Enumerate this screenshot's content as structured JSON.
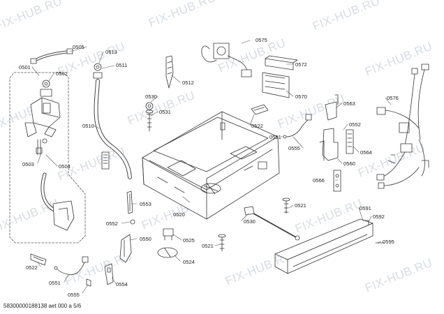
{
  "watermark": "FIX-HUB.RU",
  "footer": "58300000188138 aet 000 a 5/6",
  "parts": {
    "p0505": "0505",
    "p0513": "0513",
    "p0575": "0575",
    "p0501": "0501",
    "p0502": "0502",
    "p0511": "0511",
    "p0572": "0572",
    "p0512": "0512",
    "p0570": "0570",
    "p0530a": "0530",
    "p0576": "0576",
    "p0563": "0563",
    "p0531": "0531",
    "p0510": "0510",
    "p0522a": "0522",
    "p0552a": "0552",
    "p0551a": "0551",
    "p0564": "0564",
    "p0555a": "0555",
    "p0503": "0503",
    "p0504": "0504",
    "p0560": "0560",
    "p0566": "0566",
    "p0553": "0553",
    "p0521a": "0521",
    "p0591": "0591",
    "p0520": "0520",
    "p0552b": "0552",
    "p0530b": "0530",
    "p0592": "0592",
    "p0550": "0550",
    "p0525": "0525",
    "p0595": "0595",
    "p0521b": "0521",
    "p0522b": "0522",
    "p0524": "0524",
    "p0551b": "0551",
    "p0554": "0554",
    "p0555b": "0555"
  }
}
